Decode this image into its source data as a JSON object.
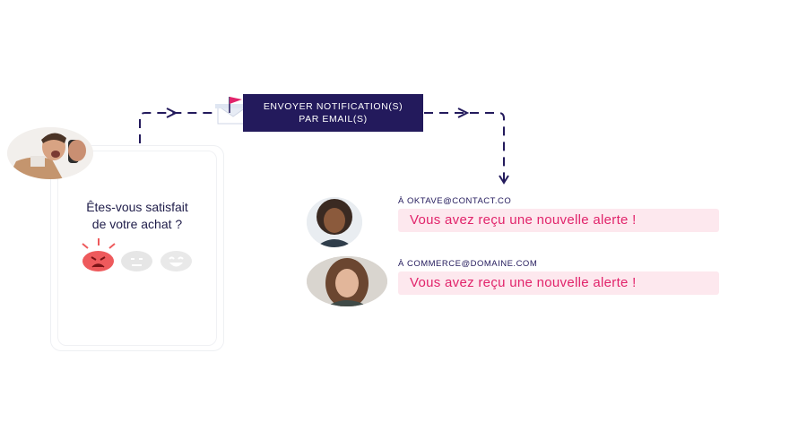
{
  "action": {
    "line1": "ENVOYER NOTIFICATION(S)",
    "line2": "PAR EMAIL(S)"
  },
  "survey": {
    "line1": "Êtes-vous satisfait",
    "line2": "de votre achat ?"
  },
  "recipients": [
    {
      "to": "À OKTAVE@CONTACT.CO",
      "message": "Vous avez reçu une nouvelle alerte !"
    },
    {
      "to": "À COMMERCE@DOMAINE.COM",
      "message": "Vous avez reçu une nouvelle alerte !"
    }
  ],
  "colors": {
    "navy": "#231a5c",
    "alert_pink": "#e1246b",
    "bubble_bg": "#fde8ee",
    "angry_red": "#ee5a5c"
  },
  "icons": [
    "angry-face-icon",
    "neutral-face-icon",
    "happy-face-icon",
    "email-flag-icon"
  ]
}
